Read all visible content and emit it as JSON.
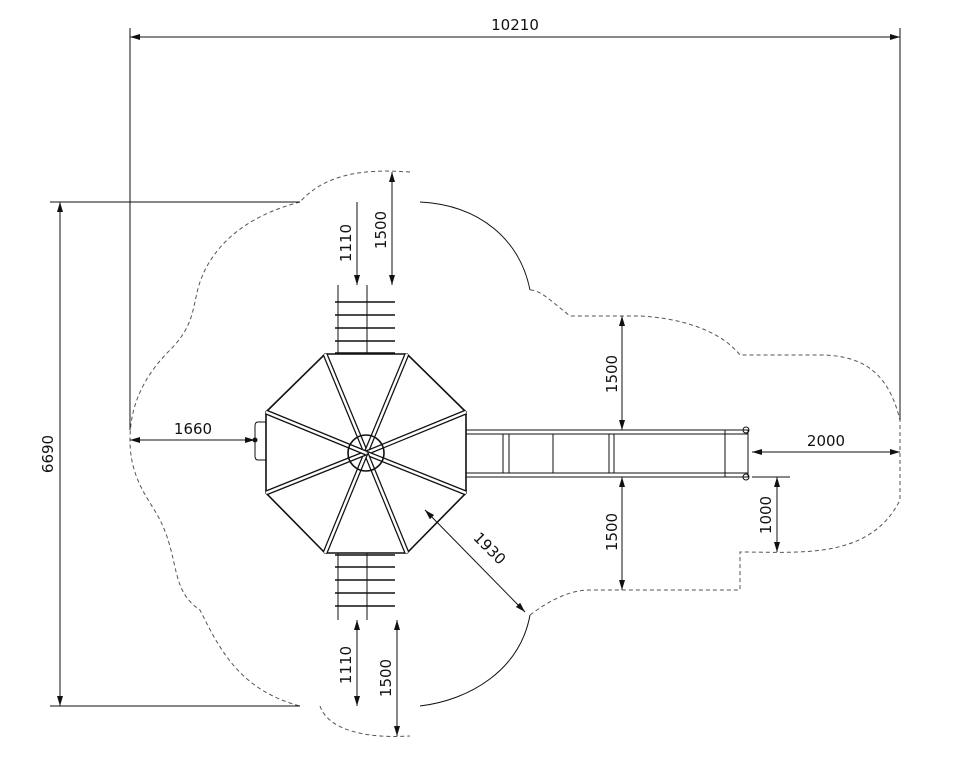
{
  "drawing": {
    "title": "Playground structure plan view with safety zone",
    "units": "mm",
    "dimensions": {
      "overall_width": "10210",
      "overall_depth": "6690",
      "top_ladder_inner": "1110",
      "top_ladder_outer": "1500",
      "left_clearance": "1660",
      "slide_side_top": "1500",
      "slide_side_bottom": "1500",
      "slide_end": "2000",
      "slide_exit_offset": "1000",
      "diagonal_clearance": "1930",
      "bottom_ladder_inner": "1110",
      "bottom_ladder_outer": "1500"
    },
    "colors": {
      "line": "#111111",
      "zone": "#555555"
    }
  }
}
